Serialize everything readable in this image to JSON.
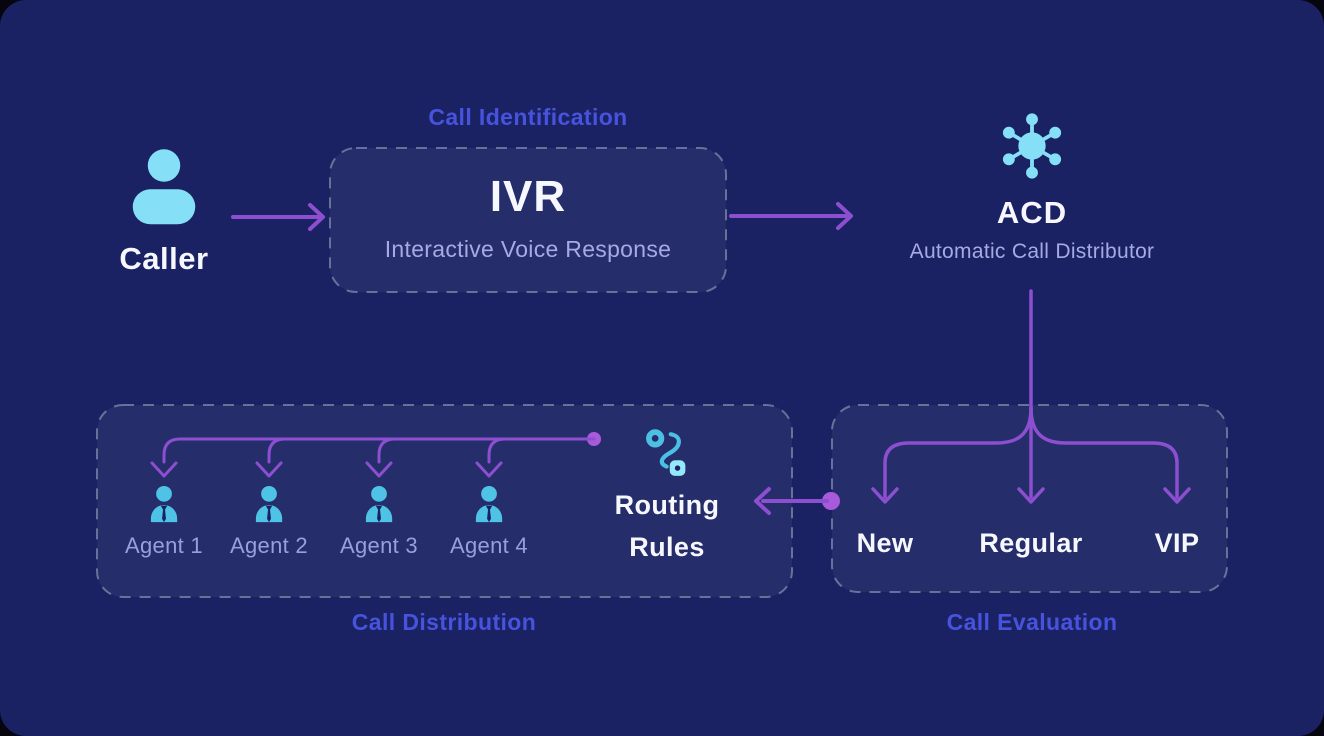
{
  "theme": {
    "page_bg": "#06060f",
    "canvas_bg": "#1b2264",
    "box_fill": "#ffffff0d",
    "box_border": "#6a7199",
    "arrow": "#8c4fd0",
    "dot": "#a75ad9",
    "icon_cyan": "#85dff7",
    "agent_cyan": "#4fc3e6",
    "route_dark": "#4cc0e4",
    "route_light": "#93e8fa",
    "title_text": "#f7f8ff",
    "subtitle_text": "#a5abe2",
    "agent_label": "#98a0dc",
    "section_label": "#4753dc"
  },
  "sections": {
    "identification": "Call Identification",
    "evaluation": "Call Evaluation",
    "distribution": "Call Distribution"
  },
  "nodes": {
    "caller": {
      "label": "Caller",
      "icon": "person-icon"
    },
    "ivr": {
      "title": "IVR",
      "subtitle": "Interactive Voice Response"
    },
    "acd": {
      "title": "ACD",
      "subtitle": "Automatic Call Distributor",
      "icon": "hub-network-icon"
    },
    "evaluation": {
      "categories": [
        "New",
        "Regular",
        "VIP"
      ]
    },
    "distribution": {
      "agents": [
        "Agent 1",
        "Agent 2",
        "Agent 3",
        "Agent 4"
      ],
      "routing": {
        "line1": "Routing",
        "line2": "Rules",
        "icon": "route-icon"
      }
    }
  }
}
